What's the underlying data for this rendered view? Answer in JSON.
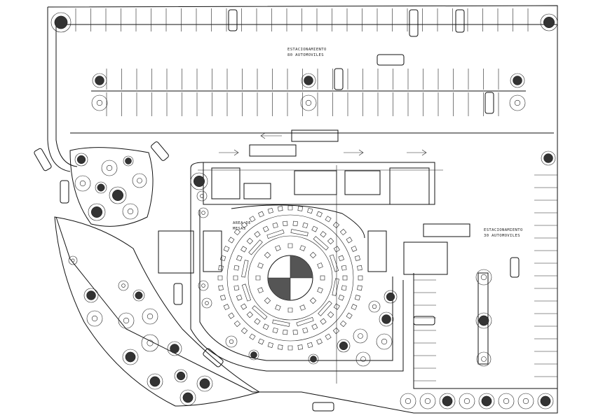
{
  "labels": {
    "parking_top_line1": "ESTACIONAMIENTO",
    "parking_top_line2": "80 AUTOMOVILES",
    "parking_right_line1": "ESTACIONAMIENTO",
    "parking_right_line2": "30 AUTOMOVILES",
    "dining_line1": "AREA DE",
    "dining_line2": "MESAS"
  },
  "colors": {
    "line": "#111111",
    "background": "#ffffff",
    "hatch": "#555555"
  }
}
